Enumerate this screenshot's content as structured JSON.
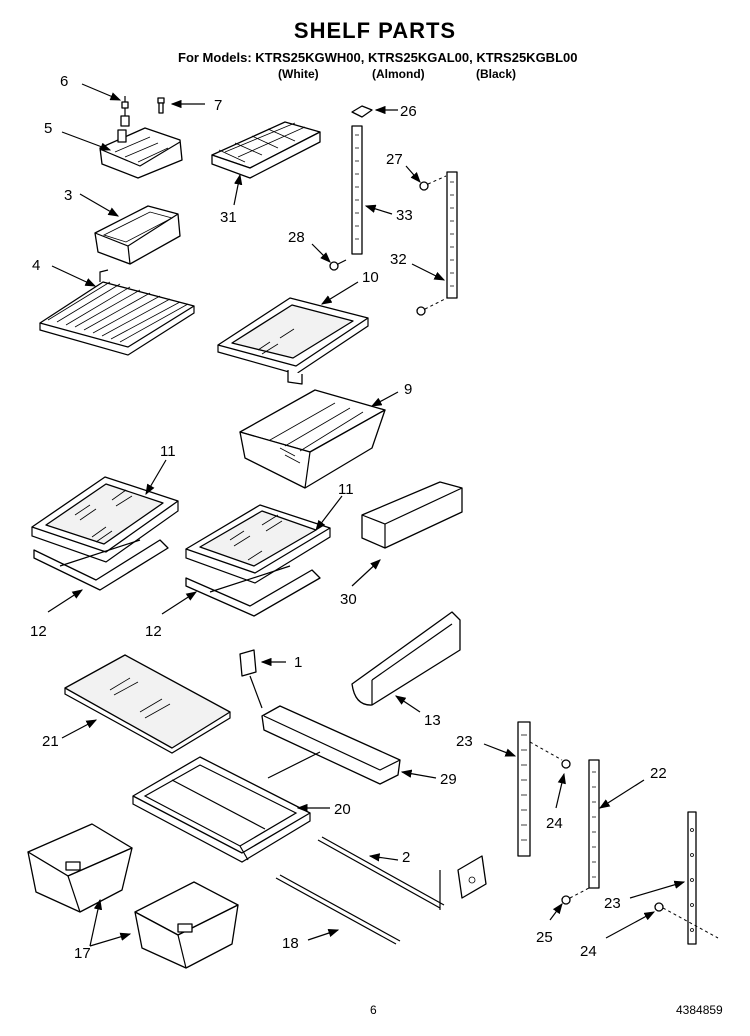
{
  "header": {
    "title": "SHELF PARTS",
    "models_line": "For Models: KTRS25KGWH00, KTRS25KGAL00, KTRS25KGBL00",
    "colors": [
      "(White)",
      "(Almond)",
      "(Black)"
    ]
  },
  "footer": {
    "page_number": "6",
    "document_number": "4384859"
  },
  "callouts": [
    "6",
    "7",
    "5",
    "31",
    "26",
    "27",
    "33",
    "28",
    "32",
    "3",
    "4",
    "10",
    "9",
    "11",
    "11",
    "12",
    "12",
    "30",
    "1",
    "13",
    "21",
    "29",
    "20",
    "23",
    "24",
    "22",
    "2",
    "17",
    "18",
    "25",
    "23",
    "24"
  ]
}
